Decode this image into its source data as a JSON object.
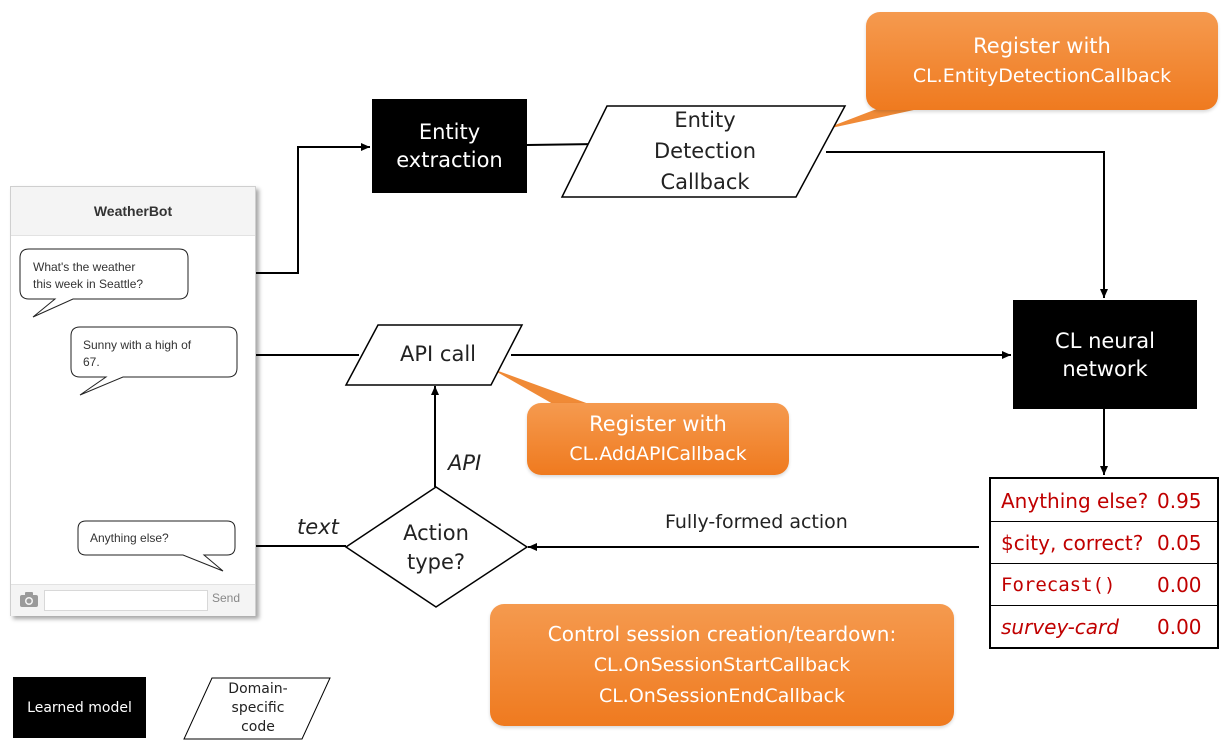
{
  "chat": {
    "title": "WeatherBot",
    "user_message_line1": "What's the weather",
    "user_message_line2": "this week in Seattle?",
    "bot_reply1_line1": "Sunny with a high of",
    "bot_reply1_line2": "67.",
    "bot_reply2": "Anything else?",
    "send_label": "Send",
    "input_value": ""
  },
  "diagram": {
    "entity_extraction_line1": "Entity",
    "entity_extraction_line2": "extraction",
    "entity_detection_line1": "Entity",
    "entity_detection_line2": "Detection",
    "entity_detection_line3": "Callback",
    "neural_network_line1": "CL neural",
    "neural_network_line2": "network",
    "api_call": "API call",
    "action_type_line1": "Action",
    "action_type_line2": "type?",
    "edge_api": "API",
    "edge_text": "text",
    "edge_fully_formed": "Fully-formed action"
  },
  "callouts": {
    "entity_register_line1": "Register with",
    "entity_register_line2": "CL.EntityDetectionCallback",
    "api_register_line1": "Register with",
    "api_register_line2": "CL.AddAPICallback",
    "session_line1": "Control session creation/teardown:",
    "session_line2": "CL.OnSessionStartCallback",
    "session_line3": "CL.OnSessionEndCallback"
  },
  "actions": [
    {
      "label": "Anything else?",
      "score": "0.95",
      "style": "normal"
    },
    {
      "label": "$city, correct?",
      "score": "0.05",
      "style": "normal"
    },
    {
      "label": "Forecast()",
      "score": "0.00",
      "style": "mono"
    },
    {
      "label": "survey-card",
      "score": "0.00",
      "style": "italic"
    }
  ],
  "legend": {
    "learned_model": "Learned model",
    "domain_code_line1": "Domain-",
    "domain_code_line2": "specific",
    "domain_code_line3": "code"
  },
  "colors": {
    "callout_orange": "#ef7a1f",
    "action_text": "#c00000",
    "box_black": "#000000"
  }
}
